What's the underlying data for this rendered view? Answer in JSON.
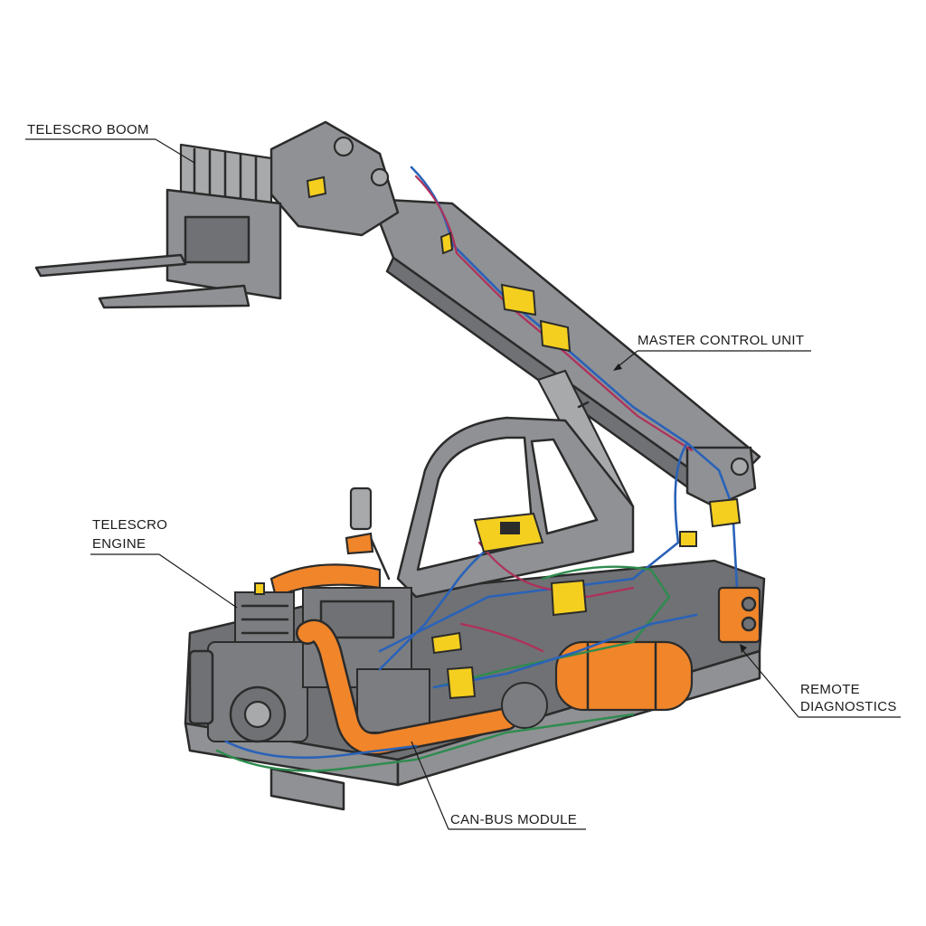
{
  "diagram": {
    "labels": {
      "boom": "TELESCRO BOOM",
      "master_control": "MASTER CONTROL UNIT",
      "engine_line1": "TELESCRO",
      "engine_line2": "ENGINE",
      "remote_line1": "REMOTE",
      "remote_line2": "DIAGNOSTICS",
      "canbus": "CAN-BUS MODULE"
    },
    "colors": {
      "body": "#8f9194",
      "hose": "#f0852a",
      "module": "#f4cf1f",
      "wire_blue": "#2a62b8",
      "wire_red": "#b0305a",
      "wire_green": "#2e8b4e"
    }
  }
}
